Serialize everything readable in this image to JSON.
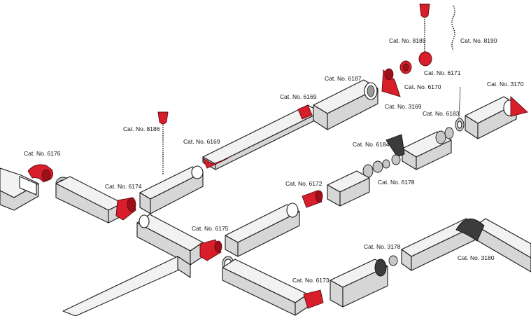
{
  "labels": {
    "l8189": "Cat. No. 8189",
    "l8190": "Cat. No. 8190",
    "l6171": "Cat. No. 6171",
    "l6187": "Cat. No. 6187",
    "l6170": "Cat. No. 6170",
    "l3170": "Cat. No. 3170",
    "l6169a": "Cat. No. 6169",
    "l3169": "Cat. No. 3169",
    "l6183": "Cat. No. 6183",
    "l8186": "Cat. No. 8186",
    "l6169b": "Cat. No. 6169",
    "l6184": "Cat. No. 6184",
    "l6176": "Cat. No. 6176",
    "l6174": "Cat. No. 6174",
    "l6172": "Cat. No. 6172",
    "l6178": "Cat. No. 6178",
    "l6175": "Cat. No. 6175",
    "l3178": "Cat. No. 3178",
    "l3180": "Cat. No. 3180",
    "l6173": "Cat. No. 6173"
  },
  "colors": {
    "accent_red": "#d81e2a",
    "duct_grey": "#d6d6d6",
    "outline": "#1a1a1a"
  }
}
